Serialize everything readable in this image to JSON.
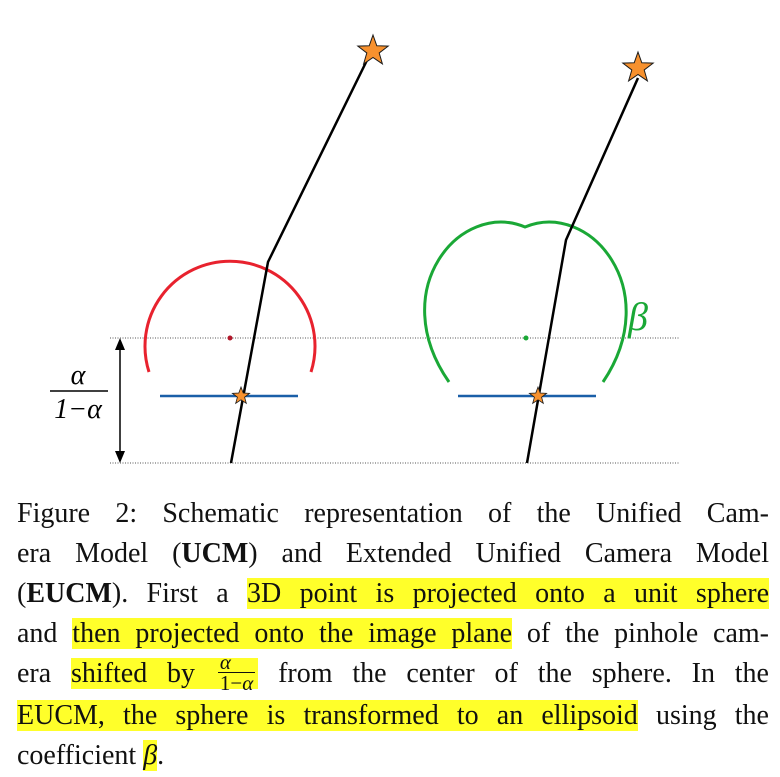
{
  "figure": {
    "alpha_fraction": {
      "numerator": "α",
      "denominator": "1−α"
    },
    "beta_label": "β",
    "colors": {
      "ucm_circle": "#e8222e",
      "eucm_ellipse": "#1aa836",
      "image_plane": "#1a5fa8",
      "star": "#f7912e",
      "ray": "#000000",
      "guide_line": "#555555"
    }
  },
  "caption": {
    "l1_a": "Figure 2: Schematic representation of the Unified Cam-",
    "l2_a": "era Model (",
    "l2_b": "UCM",
    "l2_c": ") and Extended Unified Camera Model",
    "l3_a": "(",
    "l3_b": "EUCM",
    "l3_c": "). First a ",
    "l3_hl": "3D point is projected onto a unit sphere",
    "l4_a": "and ",
    "l4_hl": "then projected onto the image plane",
    "l4_b": " of the pinhole cam-",
    "l5_a": "era ",
    "l5_hl": "shifted by ",
    "l5_num": "α",
    "l5_den_a": "1−",
    "l5_den_b": "α",
    "l5_b": " from the center of the sphere.  In the",
    "l6_hl": "EUCM, the sphere is transformed to an ellipsoid",
    "l6_a": " using the",
    "l7_a": "coefficient ",
    "l7_hl": "β",
    "l7_b": "."
  }
}
